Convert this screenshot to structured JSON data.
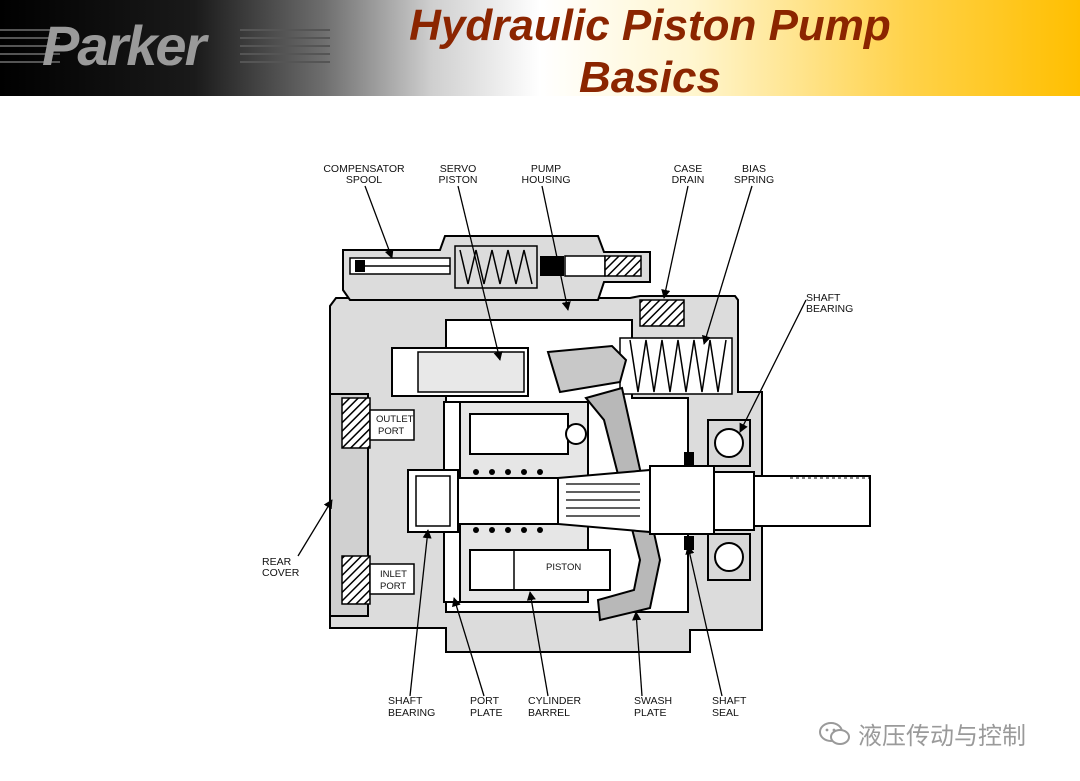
{
  "header": {
    "logo_text": "Parker",
    "title_line1": "Hydraulic Piston Pump",
    "title_line2": "Basics"
  },
  "labels": {
    "compensator_spool": [
      "COMPENSATOR",
      "SPOOL"
    ],
    "servo_piston": [
      "SERVO",
      "PISTON"
    ],
    "pump_housing": [
      "PUMP",
      "HOUSING"
    ],
    "case_drain": [
      "CASE",
      "DRAIN"
    ],
    "bias_spring": [
      "BIAS",
      "SPRING"
    ],
    "shaft_bearing_top": [
      "SHAFT",
      "BEARING"
    ],
    "outlet_port": [
      "OUTLET",
      "PORT"
    ],
    "inlet_port": [
      "INLET",
      "PORT"
    ],
    "piston": "PISTON",
    "rear_cover": [
      "REAR",
      "COVER"
    ],
    "shaft_bearing_bottom": [
      "SHAFT",
      "BEARING"
    ],
    "port_plate": [
      "PORT",
      "PLATE"
    ],
    "cylinder_barrel": [
      "CYLINDER",
      "BARREL"
    ],
    "swash_plate": [
      "SWASH",
      "PLATE"
    ],
    "shaft_seal": [
      "SHAFT",
      "SEAL"
    ]
  },
  "watermark": {
    "text": "液压传动与控制",
    "icon": "wechat-icon"
  }
}
